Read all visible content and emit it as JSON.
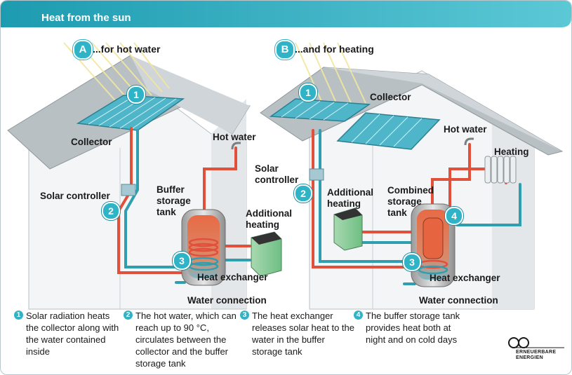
{
  "header": {
    "title": "Heat from the sun"
  },
  "panel_a": {
    "letter": "A",
    "headline": "...for hot water",
    "labels": {
      "collector": "Collector",
      "solar_controller": "Solar controller",
      "hot_water": "Hot water",
      "buffer_storage_tank": "Buffer\nstorage\ntank",
      "additional_heating": "Additional\nheating",
      "heat_exchanger": "Heat exchanger",
      "water_connection": "Water connection"
    }
  },
  "panel_b": {
    "letter": "B",
    "headline": "...and for heating",
    "labels": {
      "collector": "Collector",
      "solar_controller": "Solar\ncontroller",
      "hot_water": "Hot water",
      "heating": "Heating",
      "additional_heating": "Additional\nheating",
      "combined_storage_tank": "Combined\nstorage\ntank",
      "heat_exchanger": "Heat exchanger",
      "water_connection": "Water connection"
    }
  },
  "badges": {
    "one": "1",
    "two": "2",
    "three": "3",
    "four": "4"
  },
  "legend": [
    {
      "num": "1",
      "text": "Solar radiation heats the collector along with the water contained inside"
    },
    {
      "num": "2",
      "text": "The hot water, which can reach up to 90 °C, circulates between the collector and the buffer storage tank"
    },
    {
      "num": "3",
      "text": "The heat exchanger releases solar heat to the water in the buffer storage tank"
    },
    {
      "num": "4",
      "text": "The buffer storage tank provides heat both at night and on cold days"
    }
  ],
  "logo": {
    "line1": "ERNEUERBARE",
    "line2": "ENERGIEN"
  },
  "colors": {
    "accent": "#2fb3c6",
    "pipe_hot": "#e0503a",
    "pipe_cold": "#2f9fb0",
    "panel": "#4fb6c9"
  }
}
